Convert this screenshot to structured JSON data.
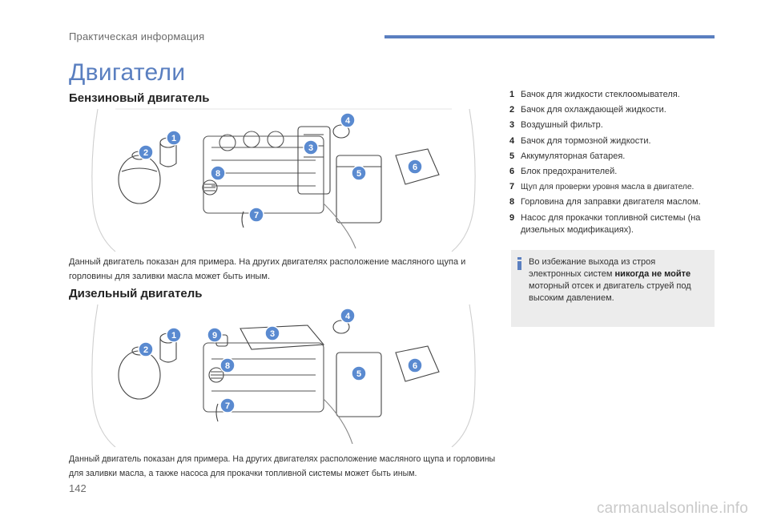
{
  "header": {
    "title": "Практическая информация"
  },
  "page_title": "Двигатели",
  "petrol": {
    "title": "Бензиновый двигатель",
    "caption": "Данный двигатель показан для примера. На других двигателях расположение масляного щупа и горловины для заливки масла может быть иным.",
    "callouts": [
      "1",
      "2",
      "3",
      "4",
      "5",
      "6",
      "7",
      "8"
    ]
  },
  "diesel": {
    "title": "Дизельный двигатель",
    "caption": "Данный двигатель показан для примера. На других двигателях расположение масляного щупа и горловины для заливки масла, а также насоса для прокачки топливной системы может быть иным.",
    "callouts": [
      "1",
      "2",
      "3",
      "4",
      "5",
      "6",
      "7",
      "8",
      "9"
    ]
  },
  "legend": [
    {
      "num": "1",
      "text": "Бачок для жидкости стеклоомывателя."
    },
    {
      "num": "2",
      "text": "Бачок для охлаждающей жидкости."
    },
    {
      "num": "3",
      "text": "Воздушный фильтр."
    },
    {
      "num": "4",
      "text": "Бачок для тормозной жидкости."
    },
    {
      "num": "5",
      "text": "Аккумуляторная батарея."
    },
    {
      "num": "6",
      "text": "Блок предохранителей."
    },
    {
      "num": "7",
      "text": "Щуп для проверки уровня масла в двигателе."
    },
    {
      "num": "8",
      "text": "Горловина для заправки двигателя маслом."
    },
    {
      "num": "9",
      "text": "Насос для прокачки топливной системы (на дизельных модификациях)."
    }
  ],
  "notice": {
    "before": "Во избежание выхода из строя электронных систем ",
    "bold": "никогда не мойте",
    "after": " моторный отсек и двигатель струей под высоким давлением."
  },
  "page_number": "142",
  "watermark": "carmanualsonline.info",
  "colors": {
    "accent": "#5a7fc0",
    "callout": "#5a8ad0",
    "notice_bg": "#ececec"
  }
}
